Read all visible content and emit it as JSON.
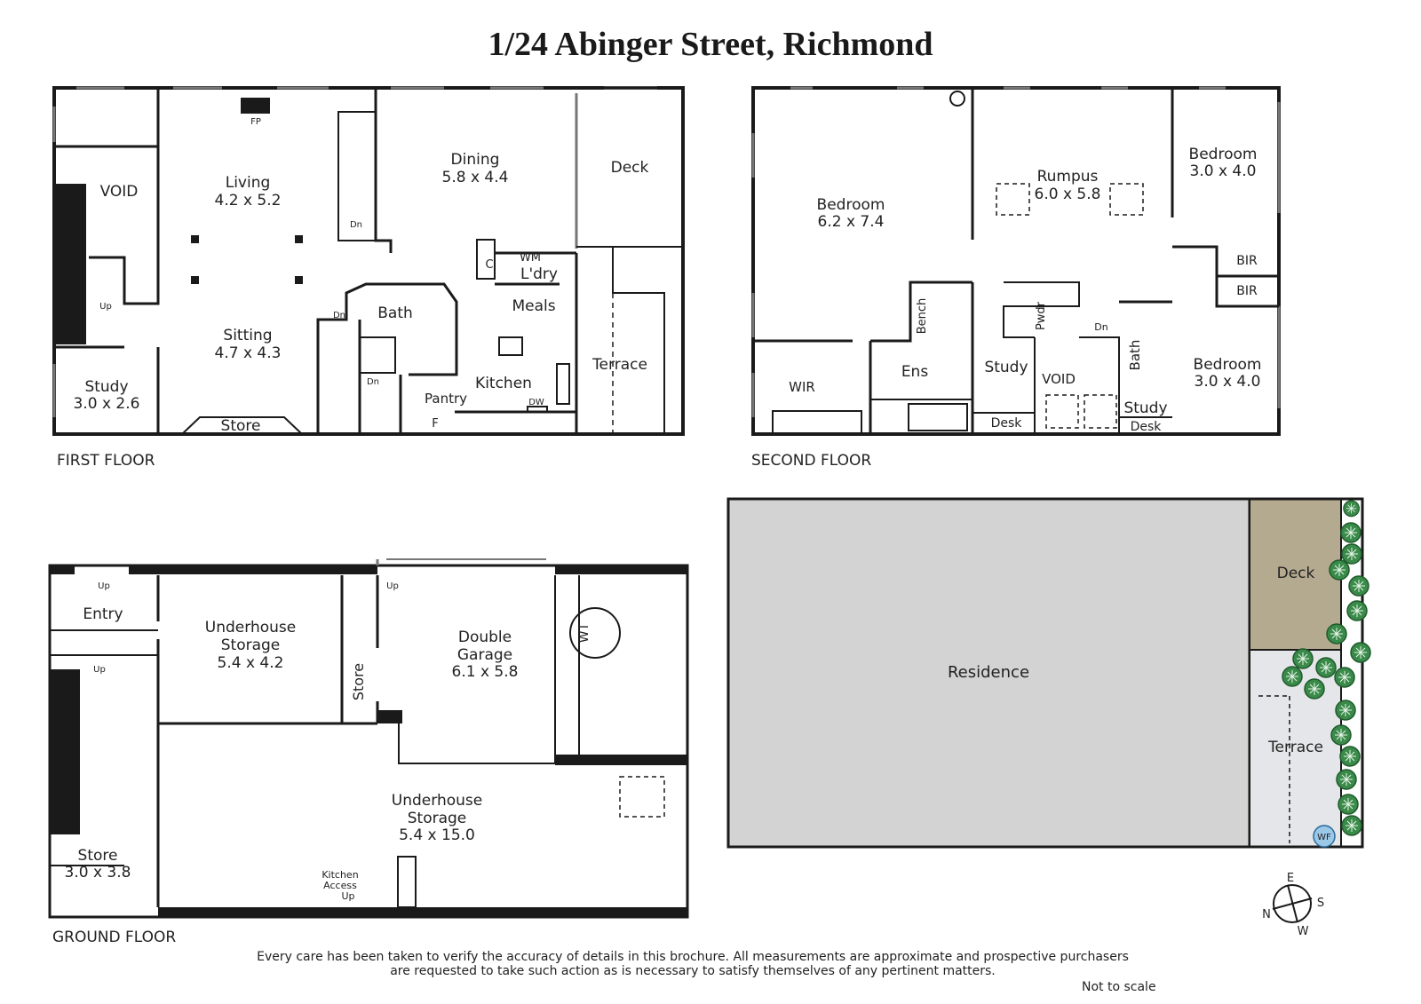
{
  "title": "1/24 Abinger Street, Richmond",
  "floors": {
    "first": {
      "label": "FIRST FLOOR",
      "rooms": {
        "void": "VOID",
        "fp": "FP",
        "living_name": "Living",
        "living_size": "4.2 x 5.2",
        "dining_name": "Dining",
        "dining_size": "5.8 x 4.4",
        "deck": "Deck",
        "up": "Up",
        "dn1": "Dn",
        "dn2": "Dn",
        "dn3": "Dn",
        "c": "C",
        "wm": "WM",
        "ldry": "L'dry",
        "meals": "Meals",
        "bath": "Bath",
        "sitting_name": "Sitting",
        "sitting_size": "4.7 x 4.3",
        "study_name": "Study",
        "study_size": "3.0 x 2.6",
        "kitchen": "Kitchen",
        "terrace": "Terrace",
        "pantry": "Pantry",
        "dw": "DW",
        "f": "F",
        "store": "Store"
      }
    },
    "second": {
      "label": "SECOND FLOOR",
      "rooms": {
        "bedroom1_name": "Bedroom",
        "bedroom1_size": "6.2 x 7.4",
        "rumpus_name": "Rumpus",
        "rumpus_size": "6.0 x 5.8",
        "bedroom2_name": "Bedroom",
        "bedroom2_size": "3.0 x 4.0",
        "bir1": "BIR",
        "bir2": "BIR",
        "bench": "Bench",
        "pwdr": "Pwdr",
        "dn": "Dn",
        "bath": "Bath",
        "bedroom3_name": "Bedroom",
        "bedroom3_size": "3.0 x 4.0",
        "wir": "WIR",
        "ens": "Ens",
        "study1": "Study",
        "void": "VOID",
        "desk1": "Desk",
        "study2": "Study",
        "desk2": "Desk"
      }
    },
    "ground": {
      "label": "GROUND FLOOR",
      "rooms": {
        "up1": "Up",
        "up2": "Up",
        "up3": "Up",
        "up4": "Up",
        "entry": "Entry",
        "uh1_l1": "Underhouse",
        "uh1_l2": "Storage",
        "uh1_size": "5.4 x 4.2",
        "store1": "Store",
        "garage_l1": "Double",
        "garage_l2": "Garage",
        "garage_size": "6.1 x 5.8",
        "wt": "WT",
        "uh2_l1": "Underhouse",
        "uh2_l2": "Storage",
        "uh2_size": "5.4 x 15.0",
        "store2_name": "Store",
        "store2_size": "3.0 x 3.8",
        "ka_l1": "Kitchen",
        "ka_l2": "Access"
      }
    },
    "site": {
      "residence": "Residence",
      "deck": "Deck",
      "terrace": "Terrace",
      "wf": "WF"
    }
  },
  "compass": {
    "n": "N",
    "e": "E",
    "s": "S",
    "w": "W"
  },
  "disclaimer": {
    "line1": "Every care has been taken to verify the accuracy of details in this brochure.  All measurements are approximate and prospective purchasers",
    "line2": "are requested to take such action as is necessary to satisfy themselves of any pertinent matters."
  },
  "note": "Not to scale",
  "colors": {
    "wall": "#1a1a1a",
    "residence": "#d4d3d4",
    "deck": "#b4aa90",
    "terrace": "#e5e6e9",
    "tree": "#3a8a4a"
  }
}
